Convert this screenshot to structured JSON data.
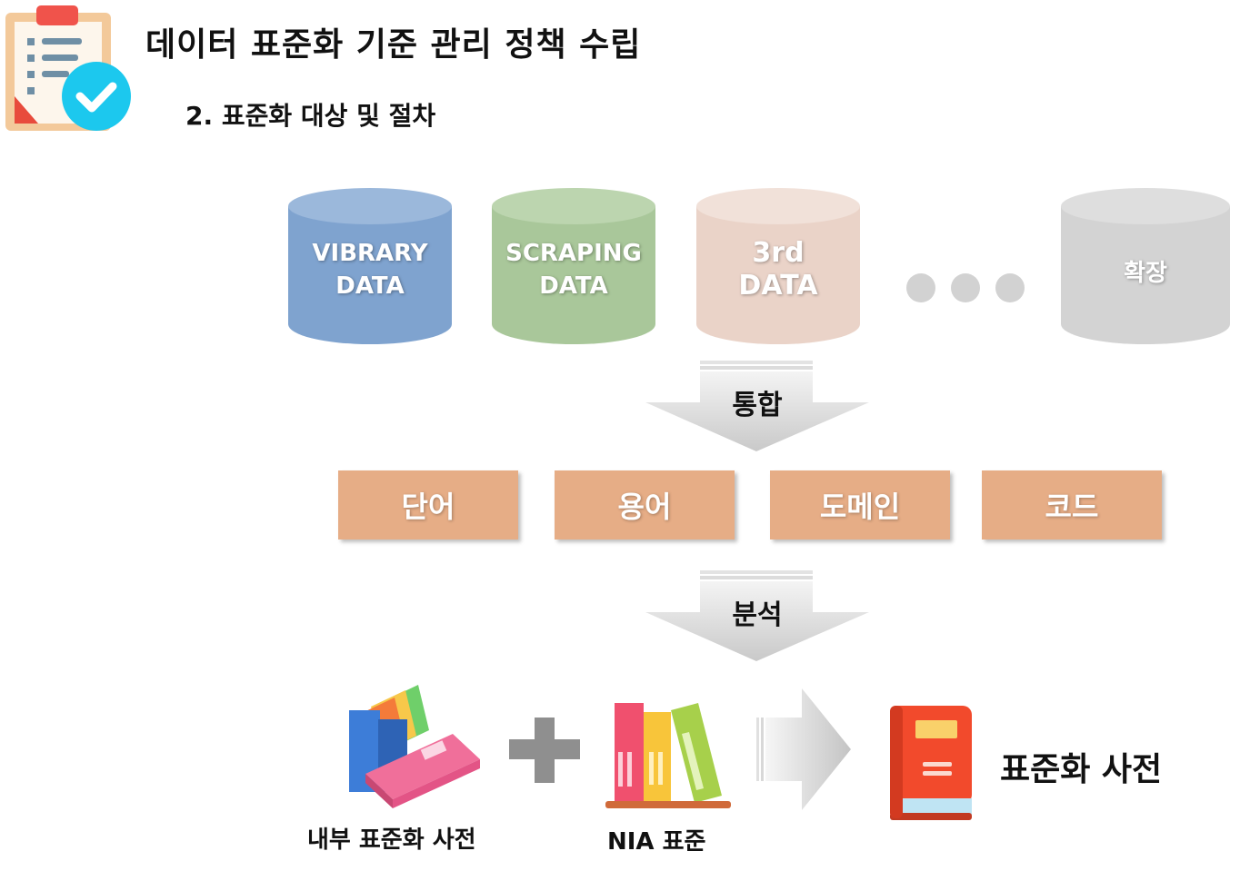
{
  "header": {
    "title": "데이터 표준화 기준 관리 정책 수립",
    "subtitle": "2. 표준화 대상 및 절차",
    "icon": "clipboard-check-icon"
  },
  "sources": [
    {
      "line1": "VIBRARY",
      "line2": "DATA",
      "color": "#7fa3cf"
    },
    {
      "line1": "SCRAPING",
      "line2": "DATA",
      "color": "#a9c79a"
    },
    {
      "line1": "3rd",
      "line2": "DATA",
      "color": "#ead3c8"
    },
    {
      "line1": "확장",
      "line2": "",
      "color": "#d3d3d3"
    }
  ],
  "steps": {
    "integrate": "통합",
    "analyze": "분석"
  },
  "categories": [
    "단어",
    "용어",
    "도메인",
    "코드"
  ],
  "bottom": {
    "internal_dict": "내부 표준화 사전",
    "nia_standard": "NIA 표준",
    "result": "표준화 사전"
  }
}
